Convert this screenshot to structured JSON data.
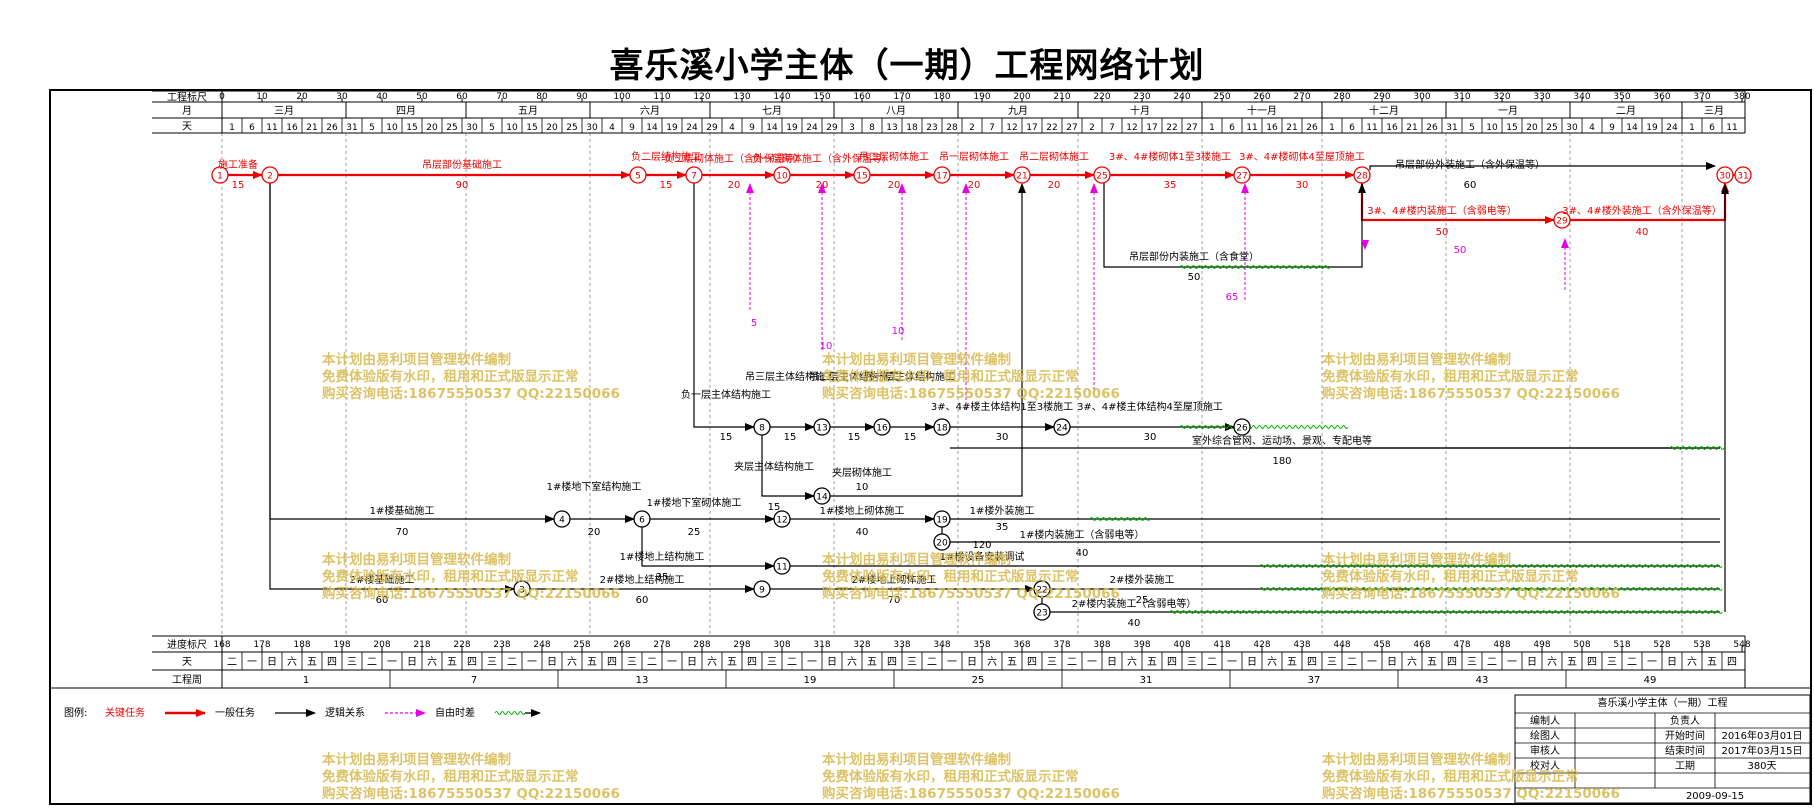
{
  "title": "喜乐溪小学主体（一期）工程网络计划",
  "scale": {
    "top_label": "工程标尺",
    "month_label": "月",
    "day_label": "天",
    "progress_label": "进度标尺",
    "weekday_label": "天",
    "week_label": "工程周",
    "top_ticks": [
      0,
      10,
      20,
      30,
      40,
      50,
      60,
      70,
      80,
      90,
      100,
      110,
      120,
      130,
      140,
      150,
      160,
      170,
      180,
      190,
      200,
      210,
      220,
      230,
      240,
      250,
      260,
      270,
      280,
      290,
      300,
      310,
      320,
      330,
      340,
      350,
      360,
      370,
      380
    ],
    "progress_ticks": [
      168,
      178,
      188,
      198,
      208,
      218,
      228,
      238,
      248,
      258,
      268,
      278,
      288,
      298,
      308,
      318,
      328,
      338,
      348,
      358,
      368,
      378,
      388,
      398,
      408,
      418,
      428,
      438,
      448,
      458,
      468,
      478,
      488,
      498,
      508,
      518,
      528,
      538,
      548
    ],
    "months": [
      {
        "label": "三月",
        "from": 0,
        "to": 31
      },
      {
        "label": "四月",
        "from": 31,
        "to": 61
      },
      {
        "label": "五月",
        "from": 61,
        "to": 92
      },
      {
        "label": "六月",
        "from": 92,
        "to": 122
      },
      {
        "label": "七月",
        "from": 122,
        "to": 153
      },
      {
        "label": "八月",
        "from": 153,
        "to": 184
      },
      {
        "label": "九月",
        "from": 184,
        "to": 214
      },
      {
        "label": "十月",
        "from": 214,
        "to": 245
      },
      {
        "label": "十一月",
        "from": 245,
        "to": 275
      },
      {
        "label": "十二月",
        "from": 275,
        "to": 306
      },
      {
        "label": "一月",
        "from": 306,
        "to": 337
      },
      {
        "label": "二月",
        "from": 337,
        "to": 365
      },
      {
        "label": "三月",
        "from": 365,
        "to": 381
      }
    ],
    "days": [
      "1",
      "6",
      "11",
      "16",
      "21",
      "26",
      "31",
      "5",
      "10",
      "15",
      "20",
      "25",
      "30",
      "5",
      "10",
      "15",
      "20",
      "25",
      "30",
      "4",
      "9",
      "14",
      "19",
      "24",
      "29",
      "4",
      "9",
      "14",
      "19",
      "24",
      "29",
      "3",
      "8",
      "13",
      "18",
      "23",
      "28",
      "2",
      "7",
      "12",
      "17",
      "22",
      "27",
      "2",
      "7",
      "12",
      "17",
      "22",
      "27",
      "1",
      "6",
      "11",
      "16",
      "21",
      "26",
      "1",
      "6",
      "11",
      "16",
      "21",
      "26",
      "31",
      "5",
      "10",
      "15",
      "20",
      "25",
      "30",
      "4",
      "9",
      "14",
      "19",
      "24",
      "1",
      "6",
      "11"
    ],
    "weekdays": [
      "二",
      "一",
      "日",
      "六",
      "五",
      "四",
      "三",
      "二",
      "一",
      "日",
      "六",
      "五",
      "四",
      "三",
      "二",
      "一",
      "日",
      "六",
      "五",
      "四",
      "三",
      "二",
      "一",
      "日",
      "六",
      "五",
      "四",
      "三",
      "二",
      "一",
      "日",
      "六",
      "五",
      "四",
      "三",
      "二",
      "一",
      "日",
      "六",
      "五",
      "四",
      "三",
      "二",
      "一",
      "日",
      "六",
      "五",
      "四",
      "三",
      "二",
      "一",
      "日",
      "六",
      "五",
      "四",
      "三",
      "二",
      "一",
      "日",
      "六",
      "五",
      "四",
      "三",
      "二",
      "一",
      "日",
      "六",
      "五",
      "四",
      "三",
      "二",
      "一",
      "日",
      "六",
      "五",
      "四"
    ],
    "weeks": [
      "1",
      "7",
      "13",
      "19",
      "25",
      "31",
      "37",
      "43",
      "49"
    ]
  },
  "colors": {
    "critical": "#ee0000",
    "normal": "#000000",
    "logic": "#000000",
    "free_float": "#e600e6",
    "wavy": "#00b000",
    "watermark": "#d6b84e"
  },
  "nodes": [
    {
      "id": "1",
      "day": 0
    },
    {
      "id": "2",
      "day": 15
    },
    {
      "id": "5",
      "day": 105
    },
    {
      "id": "7",
      "day": 120
    },
    {
      "id": "10",
      "day": 140
    },
    {
      "id": "15",
      "day": 160
    },
    {
      "id": "17",
      "day": 180
    },
    {
      "id": "21",
      "day": 200
    },
    {
      "id": "25",
      "day": 220
    },
    {
      "id": "27",
      "day": 255
    },
    {
      "id": "28",
      "day": 285
    },
    {
      "id": "29",
      "day": 335
    },
    {
      "id": "30",
      "day": 375
    },
    {
      "id": "31",
      "day": 380
    },
    {
      "id": "8",
      "day": 135
    },
    {
      "id": "13",
      "day": 150
    },
    {
      "id": "16",
      "day": 165
    },
    {
      "id": "18",
      "day": 180
    },
    {
      "id": "24",
      "day": 210
    },
    {
      "id": "26",
      "day": 255
    },
    {
      "id": "14",
      "day": 150
    },
    {
      "id": "4",
      "day": 85
    },
    {
      "id": "6",
      "day": 105
    },
    {
      "id": "12",
      "day": 140
    },
    {
      "id": "19",
      "day": 180
    },
    {
      "id": "20",
      "day": 180
    },
    {
      "id": "11",
      "day": 140
    },
    {
      "id": "3",
      "day": 75
    },
    {
      "id": "9",
      "day": 135
    },
    {
      "id": "22",
      "day": 205
    },
    {
      "id": "23",
      "day": 205
    }
  ],
  "tasks": [
    {
      "name": "施工准备",
      "dur": "15",
      "kind": "critical"
    },
    {
      "name": "吊层部份基础施工",
      "dur": "90",
      "kind": "critical"
    },
    {
      "name": "负二层结构施工",
      "dur": "15",
      "kind": "critical"
    },
    {
      "name": "负二层砌体施工（含外保温等）",
      "dur": "20",
      "kind": "critical"
    },
    {
      "name": "负一层砌体施工（含外保温等）",
      "dur": "20",
      "kind": "critical"
    },
    {
      "name": "吊二层砌体施工",
      "dur": "20",
      "kind": "critical"
    },
    {
      "name": "吊一层砌体施工",
      "dur": "20",
      "kind": "critical"
    },
    {
      "name": "吊二层砌体施工",
      "dur": "20",
      "kind": "critical"
    },
    {
      "name": "3#、4#楼砌体1至3楼施工",
      "dur": "35",
      "kind": "critical"
    },
    {
      "name": "3#、4#楼砌体4至屋顶施工",
      "dur": "30",
      "kind": "critical"
    },
    {
      "name": "吊层部份外装施工（含外保温等）",
      "dur": "60",
      "kind": "normal"
    },
    {
      "name": "3#、4#楼内装施工（含弱电等）",
      "dur": "50",
      "kind": "critical"
    },
    {
      "name": "3#、4#楼外装施工（含外保温等）",
      "dur": "40",
      "kind": "critical"
    },
    {
      "name": "吊层部份内装施工（含食堂）",
      "dur": "50",
      "kind": "normal"
    },
    {
      "name": "负一层主体结构施工",
      "dur": "15",
      "kind": "normal"
    },
    {
      "name": "吊三层主体结构施工",
      "dur": "15",
      "kind": "normal"
    },
    {
      "name": "吊二层主体结构施工",
      "dur": "15",
      "kind": "normal"
    },
    {
      "name": "吊一层主体结构施工",
      "dur": "15",
      "kind": "normal"
    },
    {
      "name": "3#、4#楼主体结构1至3楼施工",
      "dur": "30",
      "kind": "normal"
    },
    {
      "name": "3#、4#楼主体结构4至屋顶施工",
      "dur": "30",
      "kind": "normal"
    },
    {
      "name": "室外综合管网、运动场、景观、专配电等",
      "dur": "180",
      "kind": "normal"
    },
    {
      "name": "夹层主体结构施工",
      "dur": "15",
      "kind": "normal"
    },
    {
      "name": "夹层砌体施工",
      "dur": "10",
      "kind": "normal"
    },
    {
      "name": "1#楼基础施工",
      "dur": "70",
      "kind": "normal"
    },
    {
      "name": "1#楼地下室结构施工",
      "dur": "20",
      "kind": "normal"
    },
    {
      "name": "1#楼地下室砌体施工",
      "dur": "25",
      "kind": "normal"
    },
    {
      "name": "1#楼地上砌体施工",
      "dur": "40",
      "kind": "normal"
    },
    {
      "name": "1#楼外装施工",
      "dur": "35",
      "kind": "normal"
    },
    {
      "name": "1#楼内装施工（含弱电等）",
      "dur": "40",
      "kind": "normal"
    },
    {
      "name": "1#楼设备安装调试",
      "dur": "120",
      "kind": "normal"
    },
    {
      "name": "1#楼地上结构施工",
      "dur": "35",
      "kind": "normal"
    },
    {
      "name": "2#楼基础施工",
      "dur": "60",
      "kind": "normal"
    },
    {
      "name": "2#楼地上结构施工",
      "dur": "60",
      "kind": "normal"
    },
    {
      "name": "2#楼地上砌体施工",
      "dur": "70",
      "kind": "normal"
    },
    {
      "name": "2#楼外装施工",
      "dur": "25",
      "kind": "normal"
    },
    {
      "name": "2#楼内装施工（含弱电等）",
      "dur": "40",
      "kind": "normal"
    }
  ],
  "free_floats": [
    "5",
    "10",
    "10",
    "65",
    "50"
  ],
  "watermark": {
    "line1": "本计划由易利项目管理软件编制",
    "line2": "免费体验版有水印，租用和正式版显示正常",
    "line3": "购买咨询电话:18675550537 QQ:22150066"
  },
  "legend": {
    "label": "图例:",
    "critical": "关键任务",
    "normal": "一般任务",
    "logic": "逻辑关系",
    "free_float": "自由时差"
  },
  "info_box": {
    "title": "喜乐溪小学主体（一期）工程",
    "editor": "编制人",
    "owner": "负责人",
    "drawer": "绘图人",
    "start_label": "开始时间",
    "start": "2016年03月01日",
    "reviewer": "审核人",
    "end_label": "结束时间",
    "end": "2017年03月15日",
    "checker": "校对人",
    "period_label": "工期",
    "period": "380天",
    "date": "2009-09-15"
  }
}
